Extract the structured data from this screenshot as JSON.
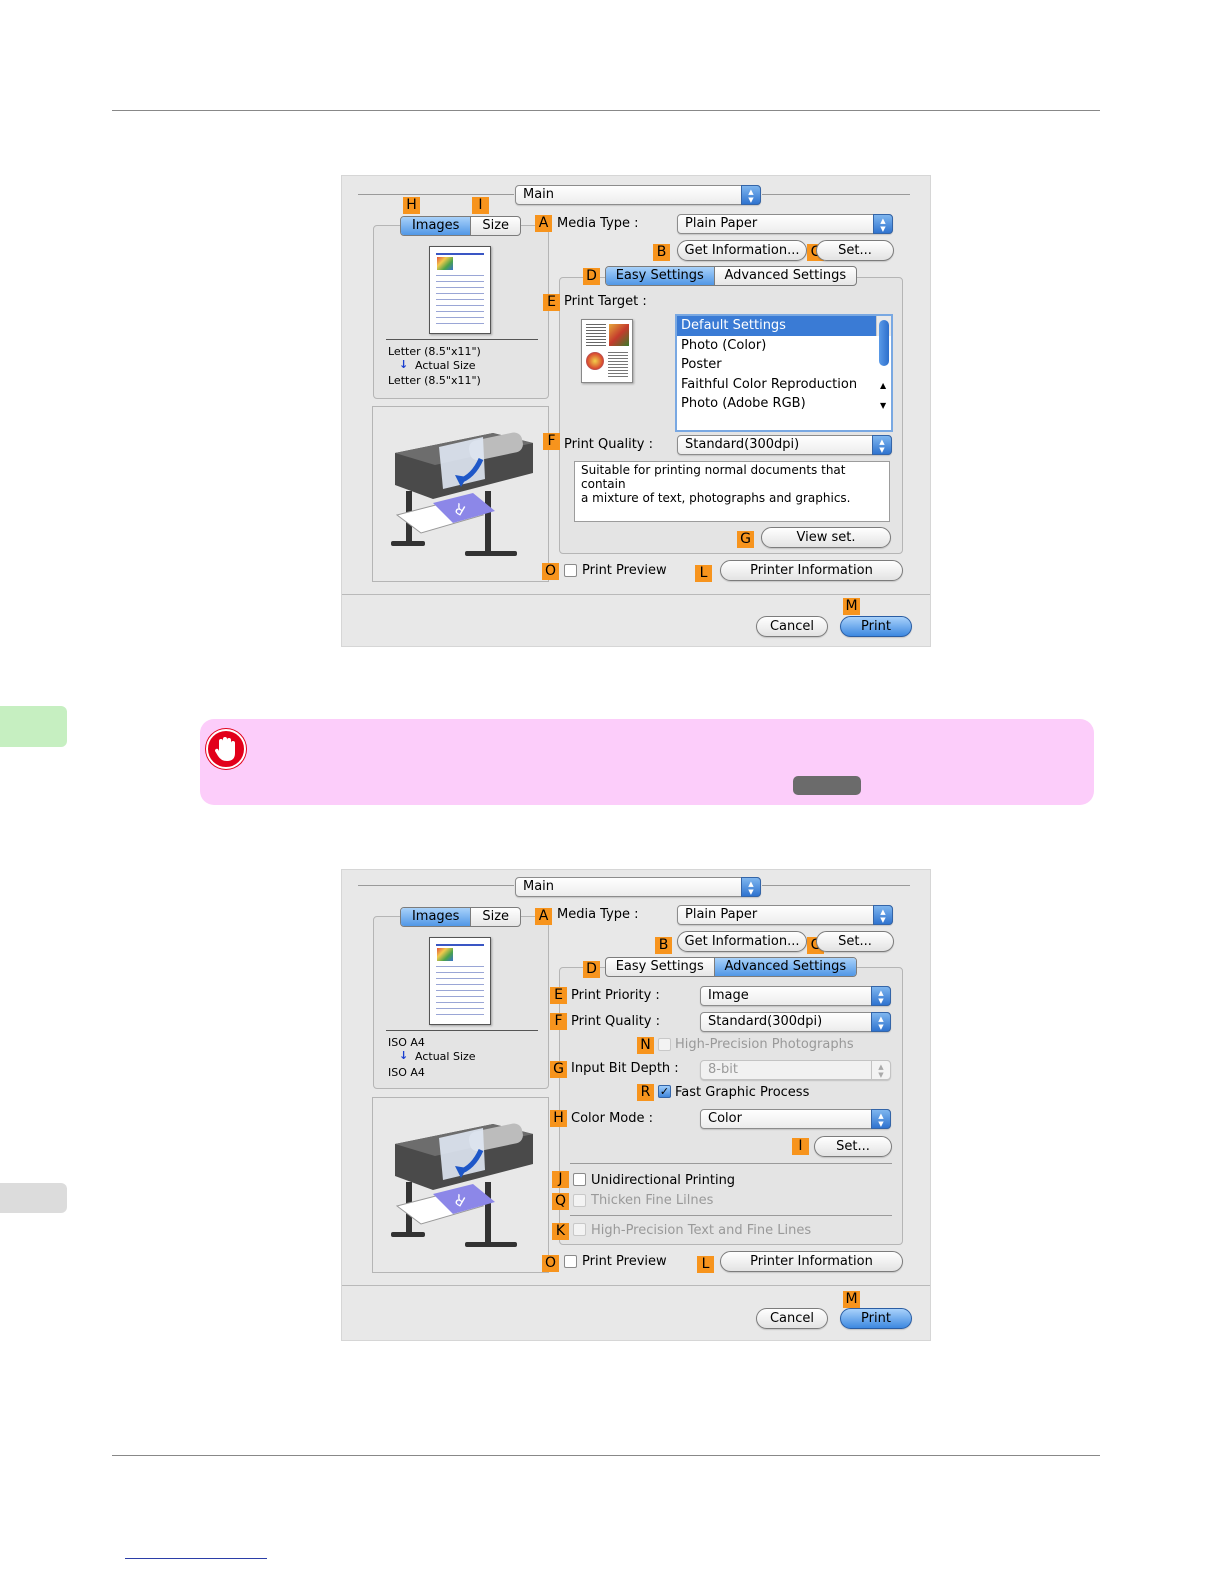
{
  "dialog1": {
    "pane_select": "Main",
    "left_tabs": [
      "Images",
      "Size"
    ],
    "media_type_label": "Media Type :",
    "media_type_value": "Plain Paper",
    "get_info_label": "Get Information...",
    "set_label": "Set...",
    "mode_tabs": [
      "Easy Settings",
      "Advanced Settings"
    ],
    "print_target_label": "Print Target :",
    "print_target_items": [
      "Default Settings",
      "Photo (Color)",
      "Poster",
      "Faithful Color Reproduction",
      "Photo (Adobe RGB)"
    ],
    "print_quality_label": "Print Quality :",
    "print_quality_value": "Standard(300dpi)",
    "description_line1": "Suitable for printing normal documents that contain",
    "description_line2": "a mixture of text, photographs and graphics.",
    "view_set_label": "View set.",
    "print_preview_label": "Print Preview",
    "printer_info_label": "Printer Information",
    "cancel_label": "Cancel",
    "print_label": "Print",
    "size_from": "Letter (8.5\"x11\")",
    "size_mode": "Actual Size",
    "size_to": "Letter (8.5\"x11\")",
    "tags": {
      "H": "H",
      "I": "I",
      "A": "A",
      "B": "B",
      "C": "C",
      "D": "D",
      "E": "E",
      "F": "F",
      "G": "G",
      "O": "O",
      "L": "L",
      "M": "M"
    }
  },
  "dialog2": {
    "pane_select": "Main",
    "left_tabs": [
      "Images",
      "Size"
    ],
    "media_type_label": "Media Type :",
    "media_type_value": "Plain Paper",
    "get_info_label": "Get Information...",
    "set_label": "Set...",
    "mode_tabs": [
      "Easy Settings",
      "Advanced Settings"
    ],
    "print_priority_label": "Print Priority :",
    "print_priority_value": "Image",
    "print_quality_label": "Print Quality :",
    "print_quality_value": "Standard(300dpi)",
    "high_precision_photos_label": "High-Precision Photographs",
    "input_bit_depth_label": "Input Bit Depth :",
    "input_bit_depth_value": "8-bit",
    "fast_graphic_label": "Fast Graphic Process",
    "color_mode_label": "Color Mode :",
    "color_mode_value": "Color",
    "color_set_label": "Set...",
    "unidirectional_label": "Unidirectional Printing",
    "thicken_label": "Thicken Fine Lilnes",
    "high_precision_text_label": "High-Precision Text and Fine Lines",
    "print_preview_label": "Print Preview",
    "printer_info_label": "Printer Information",
    "cancel_label": "Cancel",
    "print_label": "Print",
    "size_from": "ISO A4",
    "size_mode": "Actual Size",
    "size_to": "ISO A4",
    "tags": {
      "A": "A",
      "B": "B",
      "C": "C",
      "D": "D",
      "E": "E",
      "F": "F",
      "N": "N",
      "G": "G",
      "R": "R",
      "H": "H",
      "I": "I",
      "J": "J",
      "Q": "Q",
      "K": "K",
      "O": "O",
      "L": "L",
      "M": "M"
    }
  },
  "colors": {
    "tag": "#f7941d",
    "note_bg": "#fccdfa",
    "side_tab": "#c6efc1",
    "select_blue": "#3a7bd5"
  },
  "icons": {
    "note": "important-hand-icon",
    "stepper": "updown-arrows-icon"
  }
}
